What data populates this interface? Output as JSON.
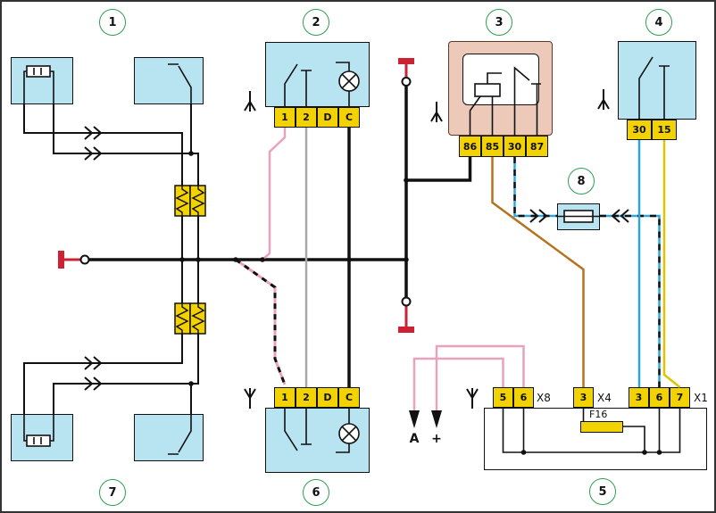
{
  "callouts": [
    "1",
    "2",
    "3",
    "4",
    "5",
    "6",
    "7",
    "8"
  ],
  "pins": {
    "c2": [
      "1",
      "2",
      "D",
      "C"
    ],
    "c6": [
      "1",
      "2",
      "D",
      "C"
    ],
    "relay": [
      "86",
      "85",
      "30",
      "87"
    ],
    "c4": [
      "30",
      "15"
    ],
    "x8": [
      "5",
      "6"
    ],
    "x4": [
      "3"
    ],
    "x1": [
      "3",
      "6",
      "7"
    ]
  },
  "labels": {
    "x8": "X8",
    "x4": "X4",
    "x1": "X1",
    "fuse": "F16",
    "arrow_a": "A",
    "arrow_plus": "+"
  },
  "colors": {
    "component_fill": "#b8e4f2",
    "pin_fill": "#f2d200",
    "relay_fill": "#edc9ba",
    "wire_black": "#111111",
    "wire_pink": "#e8a2bd",
    "wire_gray": "#a8a8a8",
    "wire_brown": "#b5721f",
    "wire_blue": "#2fa8d8",
    "wire_yellow": "#e0c400",
    "callout_stroke": "#2e9e50",
    "red_marker": "#cc2233"
  }
}
